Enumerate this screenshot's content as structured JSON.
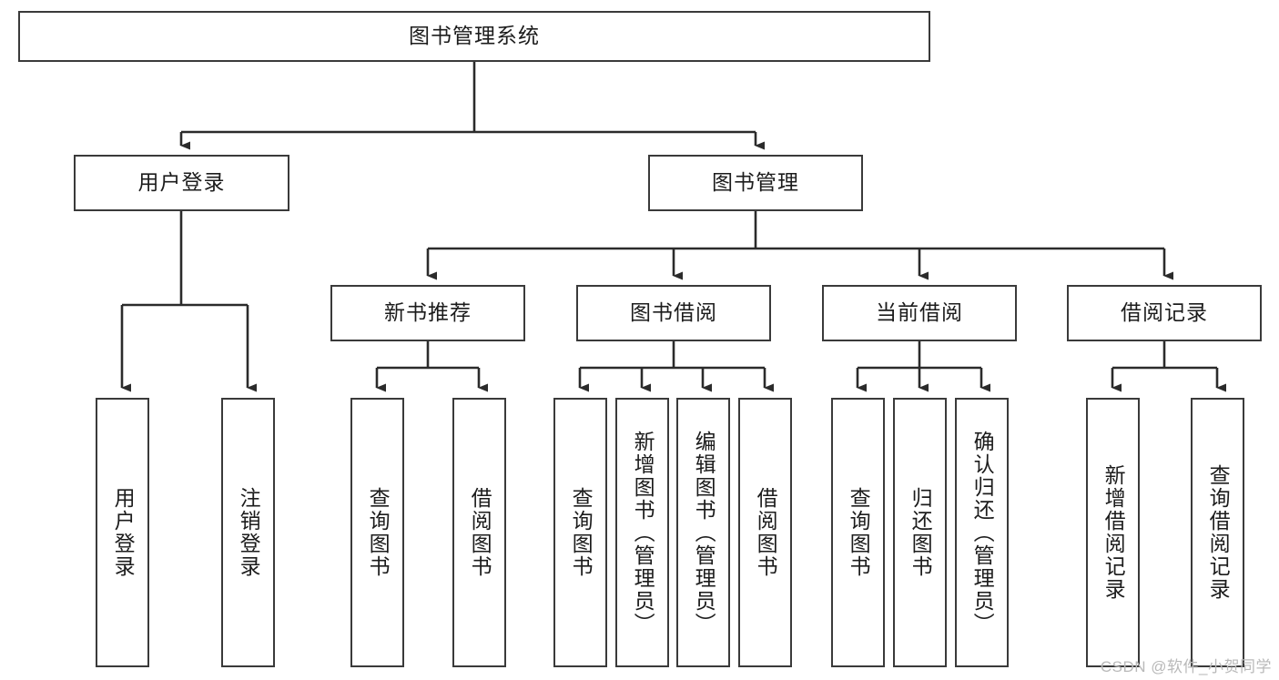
{
  "diagram": {
    "type": "tree-hierarchy",
    "title": "图书管理系统",
    "watermark": "CSDN @软件_小贺同学",
    "colors": {
      "box_border": "#3a3a3a",
      "box_fill": "#ffffff",
      "connector": "#2b2b2b",
      "text": "#1c1c1c",
      "watermark": "#b9b9b9",
      "background": "#ffffff"
    },
    "root": {
      "label": "图书管理系统",
      "orientation": "horizontal"
    },
    "level1": [
      {
        "label": "用户登录",
        "orientation": "horizontal"
      },
      {
        "label": "图书管理",
        "orientation": "horizontal"
      }
    ],
    "level2": [
      {
        "label": "新书推荐",
        "orientation": "horizontal"
      },
      {
        "label": "图书借阅",
        "orientation": "horizontal"
      },
      {
        "label": "当前借阅",
        "orientation": "horizontal"
      },
      {
        "label": "借阅记录",
        "orientation": "horizontal"
      }
    ],
    "leaves": {
      "user_login": [
        {
          "label": "用户登录",
          "orientation": "vertical"
        },
        {
          "label": "注销登录",
          "orientation": "vertical"
        }
      ],
      "new_book_recommend": [
        {
          "label": "查询图书",
          "orientation": "vertical"
        },
        {
          "label": "借阅图书",
          "orientation": "vertical"
        }
      ],
      "book_borrow": [
        {
          "label": "查询图书",
          "orientation": "vertical"
        },
        {
          "label": "新增图书（管理员）",
          "orientation": "vertical"
        },
        {
          "label": "编辑图书（管理员）",
          "orientation": "vertical"
        },
        {
          "label": "借阅图书",
          "orientation": "vertical"
        }
      ],
      "current_borrow": [
        {
          "label": "查询图书",
          "orientation": "vertical"
        },
        {
          "label": "归还图书",
          "orientation": "vertical"
        },
        {
          "label": "确认归还（管理员）",
          "orientation": "vertical"
        }
      ],
      "borrow_record": [
        {
          "label": "新增借阅记录",
          "orientation": "vertical"
        },
        {
          "label": "查询借阅记录",
          "orientation": "vertical"
        }
      ]
    }
  }
}
